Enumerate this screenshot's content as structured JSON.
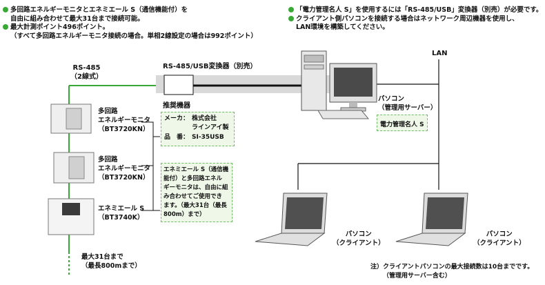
{
  "top_left_lines": [
    "多回路エネルギーモニタとエネミエール S（通信機能付）を",
    "自由に組み合わせて最大31台まで接続可能。",
    "最大計測ポイント496ポイント。",
    "（すべて多回路エネルギーモニタ接続の場合。単相2線設定の場合は992ポイント）"
  ],
  "top_right_lines": [
    "「電力管理名人 S」を使用するには「RS-485/USB」変換器（別売）が必要です。",
    "クライアント側パソコンを接続する場合はネットワーク周辺機器を使用し、",
    "LAN環境を構築してください。"
  ],
  "rs485_label": [
    "RS-485",
    "（2線式）"
  ],
  "converter_label": "RS-485/USB変換器（別売）",
  "lan_label": "LAN",
  "recommended": {
    "title": "推奨機器",
    "maker_key": "メーカ：",
    "maker_value_1": "株式会社",
    "maker_value_2": "ラインアイ製",
    "model_key": "品　番：",
    "model_value": "SI-35USB"
  },
  "devices": [
    {
      "lines": [
        "多回路",
        "エネルギーモニタ",
        "（BT3720KN）"
      ]
    },
    {
      "lines": [
        "多回路",
        "エネルギーモニタ",
        "（BT3720KN）"
      ]
    },
    {
      "lines": [
        "エネミエール S",
        "（BT3740K）"
      ]
    }
  ],
  "combo_note": [
    "エネミエール S（通信機",
    "能付）と多回路エネル",
    "ギーモニタは、自由に組",
    "み合わせてご使用でき",
    "ます。（最大31台（最長",
    "800m）まで）"
  ],
  "server": {
    "lines": [
      "パソコン",
      "（管理用サーバー）"
    ],
    "software": "電力管理名人 S"
  },
  "clients": [
    {
      "lines": [
        "パソコン",
        "（クライアント）"
      ]
    },
    {
      "lines": [
        "パソコン",
        "（クライアント）"
      ]
    }
  ],
  "max_units": [
    "最大31台まで",
    "（最長800mまで）"
  ],
  "footnote": [
    "注）クライアントパソコンの最大接続数は10台までです。",
    "（管理用サーバー含む）"
  ],
  "colors": {
    "accent": "#39a935",
    "box_fill": "#eef7e8",
    "box_border": "#6dbd63"
  }
}
